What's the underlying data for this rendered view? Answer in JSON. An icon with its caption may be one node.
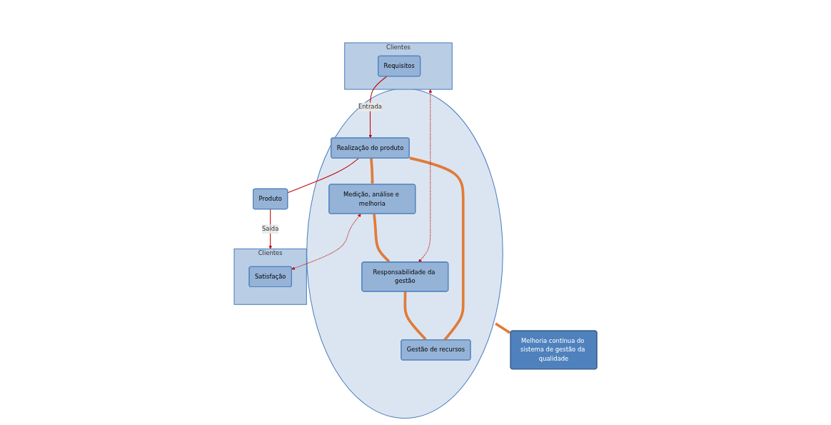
{
  "diagram": {
    "nodes": [
      {
        "text": [
          "Melhoria contínua do sistema de gestão da qualidade"
        ]
      },
      {
        "text": [
          "Clientes"
        ]
      },
      {
        "text": [
          "Requisitos"
        ],
        "in": 1
      },
      {
        "text": [],
        "shape": "circle"
      },
      {
        "text": [
          "Responsabilidade da gestão"
        ],
        "in": 3
      },
      {
        "text": [
          "Gestão de recursos"
        ],
        "in": 3
      },
      {
        "text": [
          "Medição, análise e melhoria"
        ],
        "in": 3
      },
      {
        "text": [
          "Realização do produto"
        ],
        "in": 3
      },
      {
        "text": [
          "Produto"
        ]
      },
      {
        "text": [
          "Clientes"
        ]
      },
      {
        "text": [
          "Satisfação"
        ],
        "in": 9
      }
    ],
    "edges": [
      {
        "from": 1,
        "to": 4,
        "arrow": "both",
        "style": "dashed",
        "color": "#c00000"
      },
      {
        "from": 4,
        "to": 5,
        "arrow": "to",
        "style": "thick",
        "color": "#e07b39"
      },
      {
        "from": 5,
        "to": 7,
        "arrow": "to",
        "style": "thick",
        "color": "#e07b39"
      },
      {
        "from": 7,
        "to": 6,
        "arrow": "to",
        "style": "thick",
        "color": "#e07b39"
      },
      {
        "from": 6,
        "to": 4,
        "arrow": "to",
        "style": "thick",
        "color": "#e07b39"
      },
      {
        "from": 3,
        "to": 0,
        "arrow": "to",
        "style": "thick",
        "color": "#e07b39"
      },
      {
        "from": 6,
        "to": 10,
        "arrow": "both",
        "style": "dashed",
        "color": "#c00000"
      },
      {
        "from": 2,
        "to": 7,
        "label": "Entrada",
        "arrow": "to",
        "color": "#c00000"
      },
      {
        "from": 7,
        "to": 8,
        "arrow": "none",
        "color": "#c00000"
      },
      {
        "from": 8,
        "to": 9,
        "label": "Saída",
        "arrow": "to",
        "color": "#c00000"
      }
    ]
  }
}
